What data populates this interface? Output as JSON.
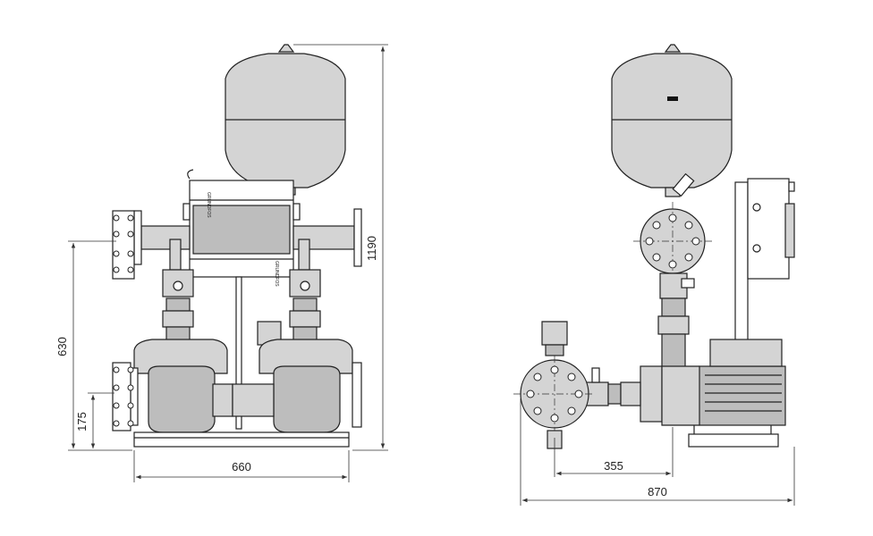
{
  "dimensions": {
    "front_height_total": "1190",
    "front_height_inlet": "630",
    "front_height_base": "175",
    "front_width": "660",
    "side_depth_pumps": "355",
    "side_depth_total": "870"
  },
  "labels": {
    "controller_brand": "GRUNDFOS"
  }
}
